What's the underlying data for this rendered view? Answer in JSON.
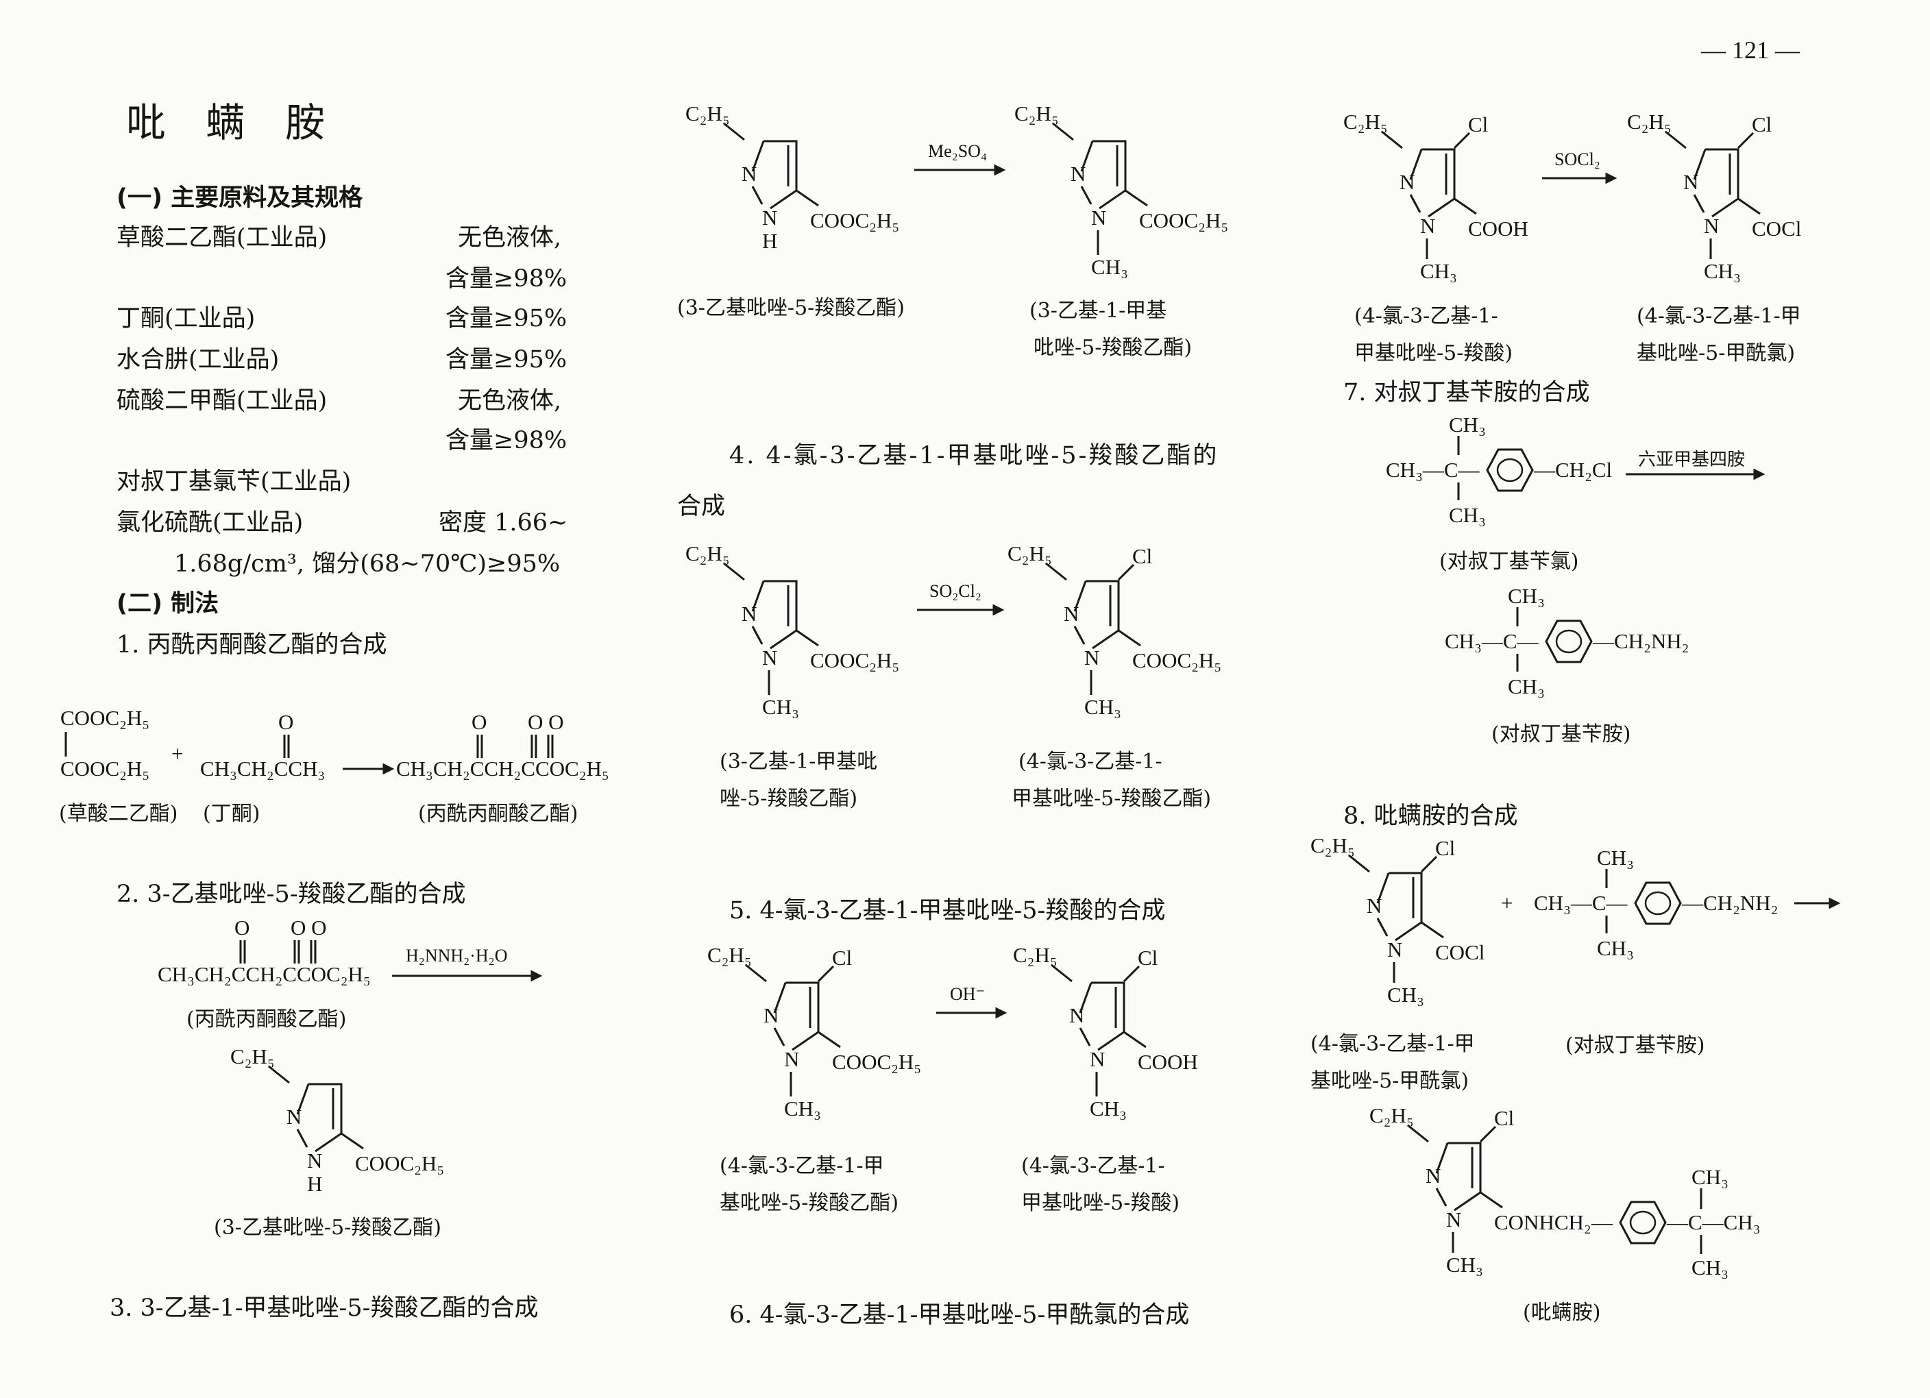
{
  "page": {
    "number": "— 121 —"
  },
  "title": "吡螨胺",
  "materials": {
    "heading": "(一) 主要原料及其规格",
    "rows": [
      {
        "name": "草酸二乙酯(工业品)",
        "spec1": "无色液体,",
        "spec2": "含量≥98%"
      },
      {
        "name": "丁酮(工业品)",
        "spec1": "含量≥95%"
      },
      {
        "name": "水合肼(工业品)",
        "spec1": "含量≥95%"
      },
      {
        "name": "硫酸二甲酯(工业品)",
        "spec1": "无色液体,",
        "spec2": "含量≥98%"
      },
      {
        "name": "对叔丁基氯苄(工业品)"
      },
      {
        "name": "氯化硫酰(工业品)",
        "spec1": "密度 1.66~",
        "spec2": "1.68g/cm³, 馏分(68~70℃)≥95%"
      }
    ]
  },
  "method": {
    "heading": "(二) 制法",
    "steps": [
      {
        "title": "1. 丙酰丙酮酸乙酯的合成"
      },
      {
        "title": "2. 3-乙基吡唑-5-羧酸乙酯的合成"
      },
      {
        "title": "3. 3-乙基-1-甲基吡唑-5-羧酸乙酯的合成"
      },
      {
        "title": "4. 4-氯-3-乙基-1-甲基吡唑-5-羧酸乙酯的",
        "title2": "合成"
      },
      {
        "title": "5. 4-氯-3-乙基-1-甲基吡唑-5-羧酸的合成"
      },
      {
        "title": "6. 4-氯-3-乙基-1-甲基吡唑-5-甲酰氯的合成"
      },
      {
        "title": "7. 对叔丁基苄胺的合成"
      },
      {
        "title": "8. 吡螨胺的合成"
      }
    ]
  },
  "formula": {
    "c2h5": "C₂H₅",
    "n": "N",
    "nh": "N",
    "h": "H",
    "ch3": "CH₃",
    "cl": "Cl",
    "cooet": "COOC₂H₅",
    "cooh": "COOH",
    "cocl": "COCl",
    "o": "O",
    "oo": "O O",
    "oxalate_top": "COOC₂H₅",
    "oxalate_bot": "COOC₂H₅",
    "butanone": "CH₃CH₂CCH₃",
    "diketo": "CH₃CH₂CCH₂CCOC₂H₅",
    "plus": "+",
    "ch3dash": "CH₃—C—",
    "ch2cl": "—CH₂Cl",
    "ch2nh2": "—CH₂NH₂",
    "conhch2": "CONHCH₂—",
    "cch3": "—C—CH₃"
  },
  "reagents": {
    "r1": "H₂NNH₂·H₂O",
    "r2": "Me₂SO₄",
    "r3": "SO₂Cl₂",
    "r4": "OH⁻",
    "r5": "SOCl₂",
    "r6": "六亚甲基四胺"
  },
  "labels": {
    "oxalate": "(草酸二乙酯)",
    "butanone": "(丁酮)",
    "diketo": "(丙酰丙酮酸乙酯)",
    "s2prod": "(3-乙基吡唑-5-羧酸乙酯)",
    "s3prod_a": "(3-乙基-1-甲基",
    "s3prod_b": "吡唑-5-羧酸乙酯)",
    "s4start_a": "(3-乙基-1-甲基吡",
    "s4start_b": "唑-5-羧酸乙酯)",
    "s4prod_a": "(4-氯-3-乙基-1-",
    "s4prod_b": "甲基吡唑-5-羧酸乙酯)",
    "s5start_a": "(4-氯-3-乙基-1-甲",
    "s5start_b": "基吡唑-5-羧酸乙酯)",
    "s5prod_a": "(4-氯-3-乙基-1-",
    "s5prod_b": "甲基吡唑-5-羧酸)",
    "s6start_a": "(4-氯-3-乙基-1-",
    "s6start_b": "甲基吡唑-5-羧酸)",
    "s6prod_a": "(4-氯-3-乙基-1-甲",
    "s6prod_b": "基吡唑-5-甲酰氯)",
    "benzylCl": "(对叔丁基苄氯)",
    "benzylamine": "(对叔丁基苄胺)",
    "final": "(吡螨胺)"
  }
}
